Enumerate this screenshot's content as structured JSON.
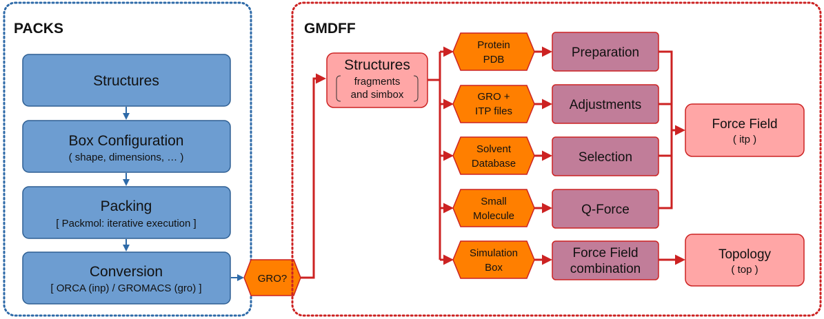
{
  "packs": {
    "title": "PACKS",
    "steps": [
      {
        "title": "Structures",
        "subtitle": ""
      },
      {
        "title": "Box Configuration",
        "subtitle": "( shape, dimensions, … )"
      },
      {
        "title": "Packing",
        "subtitle": "[ Packmol: iterative execution ]"
      },
      {
        "title": "Conversion",
        "subtitle": "[ ORCA (inp) / GROMACS (gro) ]"
      }
    ]
  },
  "gro_question": "GRO?",
  "gmdff": {
    "title": "GMDFF",
    "structures": {
      "title": "Structures",
      "line1": "fragments",
      "line2": "and simbox"
    },
    "inputs": [
      {
        "line1": "Protein",
        "line2": "PDB"
      },
      {
        "line1": "GRO +",
        "line2": "ITP files"
      },
      {
        "line1": "Solvent",
        "line2": "Database"
      },
      {
        "line1": "Small",
        "line2": "Molecule"
      },
      {
        "line1": "Simulation",
        "line2": "Box"
      }
    ],
    "processes": [
      {
        "line1": "Preparation",
        "line2": ""
      },
      {
        "line1": "Adjustments",
        "line2": ""
      },
      {
        "line1": "Selection",
        "line2": ""
      },
      {
        "line1": "Q-Force",
        "line2": ""
      },
      {
        "line1": "Force Field",
        "line2": "combination"
      }
    ],
    "force_field": {
      "title": "Force Field",
      "subtitle": "( itp )"
    },
    "topology": {
      "title": "Topology",
      "subtitle": "( top )"
    }
  },
  "colors": {
    "packs_border": "#2e6aa8",
    "packs_box_fill": "#6d9dd1",
    "packs_box_stroke": "#2e5f93",
    "gmdff_border": "#cc2222",
    "hex_fill": "#ff7f00",
    "hex_stroke": "#cc2222",
    "pink_fill": "#ffa6a6",
    "purple_fill": "#c17d99",
    "arrow_red": "#cc2222",
    "arrow_blue": "#2e6aa8"
  }
}
